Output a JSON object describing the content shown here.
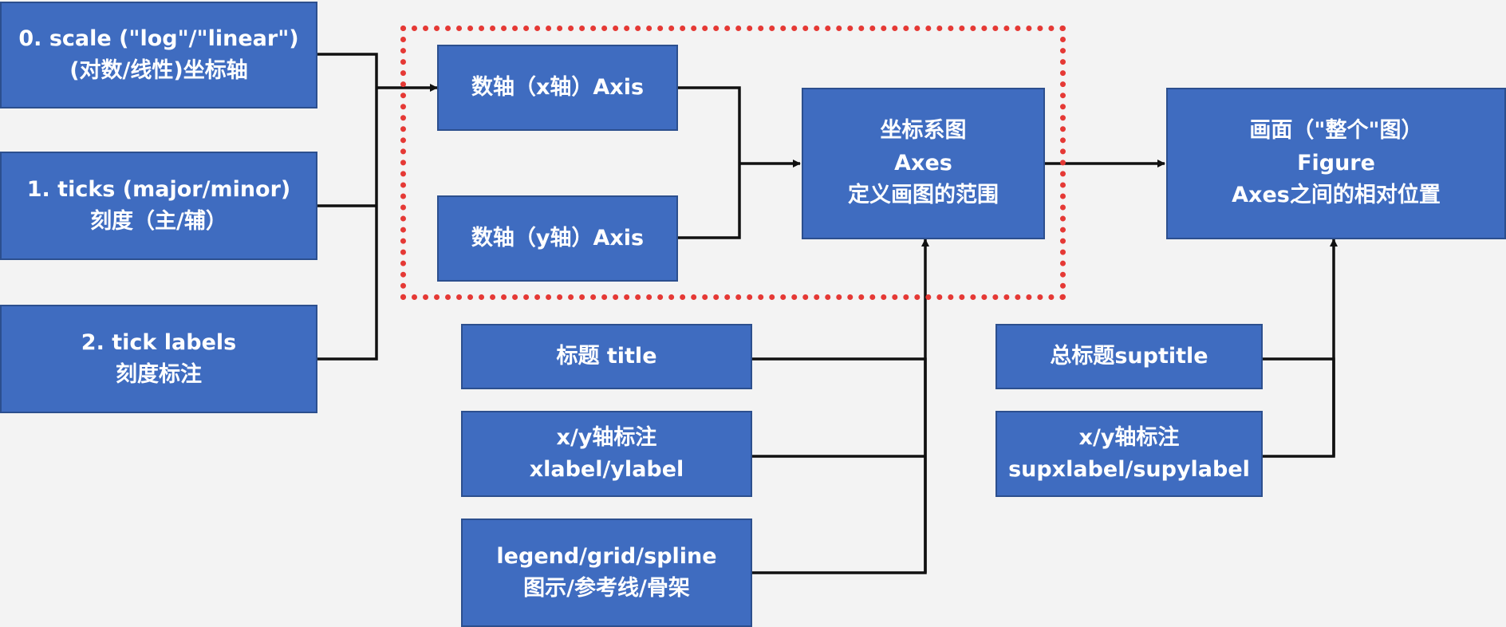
{
  "colors": {
    "box": "#3f6cc0",
    "box_border": "#2c4f8e",
    "connector": "#111111",
    "highlight": "#e53935",
    "background": "#f3f3f3"
  },
  "scale_box": {
    "line1": "0. scale (\"log\"/\"linear\")",
    "line2": "(对数/线性)坐标轴"
  },
  "ticks_box": {
    "line1": "1. ticks (major/minor)",
    "line2": "刻度（主/辅）"
  },
  "ticklabels_box": {
    "line1": "2. tick labels",
    "line2": "刻度标注"
  },
  "xaxis_box": {
    "label": "数轴（x轴）Axis"
  },
  "yaxis_box": {
    "label": "数轴（y轴）Axis"
  },
  "axes_box": {
    "line1": "坐标系图",
    "line2": "Axes",
    "line3": "定义画图的范围"
  },
  "figure_box": {
    "line1": "画面（\"整个\"图）",
    "line2": "Figure",
    "line3": "Axes之间的相对位置"
  },
  "title_box": {
    "label": "标题 title"
  },
  "axlabel_box": {
    "line1": "x/y轴标注",
    "line2": "xlabel/ylabel"
  },
  "legend_box": {
    "line1": "legend/grid/spline",
    "line2": "图示/参考线/骨架"
  },
  "suptitle_box": {
    "label": "总标题suptitle"
  },
  "supaxlabel_box": {
    "line1": "x/y轴标注",
    "line2": "supxlabel/supylabel"
  }
}
